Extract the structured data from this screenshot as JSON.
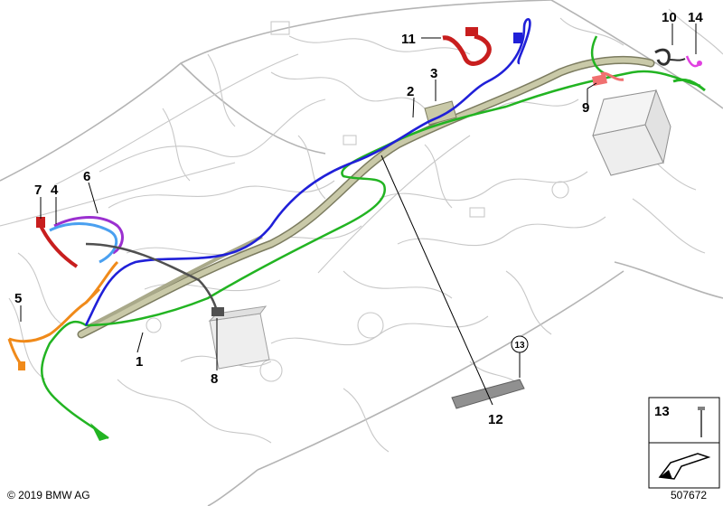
{
  "callouts": {
    "c1": "1",
    "c2": "2",
    "c3": "3",
    "c4": "4",
    "c5": "5",
    "c6": "6",
    "c7": "7",
    "c8": "8",
    "c9": "9",
    "c10": "10",
    "c11": "11",
    "c12": "12",
    "c13": "13",
    "c14": "14"
  },
  "inset": {
    "number": "13",
    "circled": "13"
  },
  "footer": {
    "copyright": "© 2019 BMW AG",
    "diagram_id": "507672"
  },
  "colors": {
    "harness_main": "#a9a98a",
    "blue": "#2020d8",
    "green": "#22b422",
    "orange": "#f08a1a",
    "red": "#c81e1e",
    "light_blue": "#4aa0f0",
    "purple": "#9b30d0",
    "magenta": "#e040e0",
    "dark_grey": "#505050",
    "pink_red": "#f07070",
    "background_lines": "#c8c8c8"
  }
}
